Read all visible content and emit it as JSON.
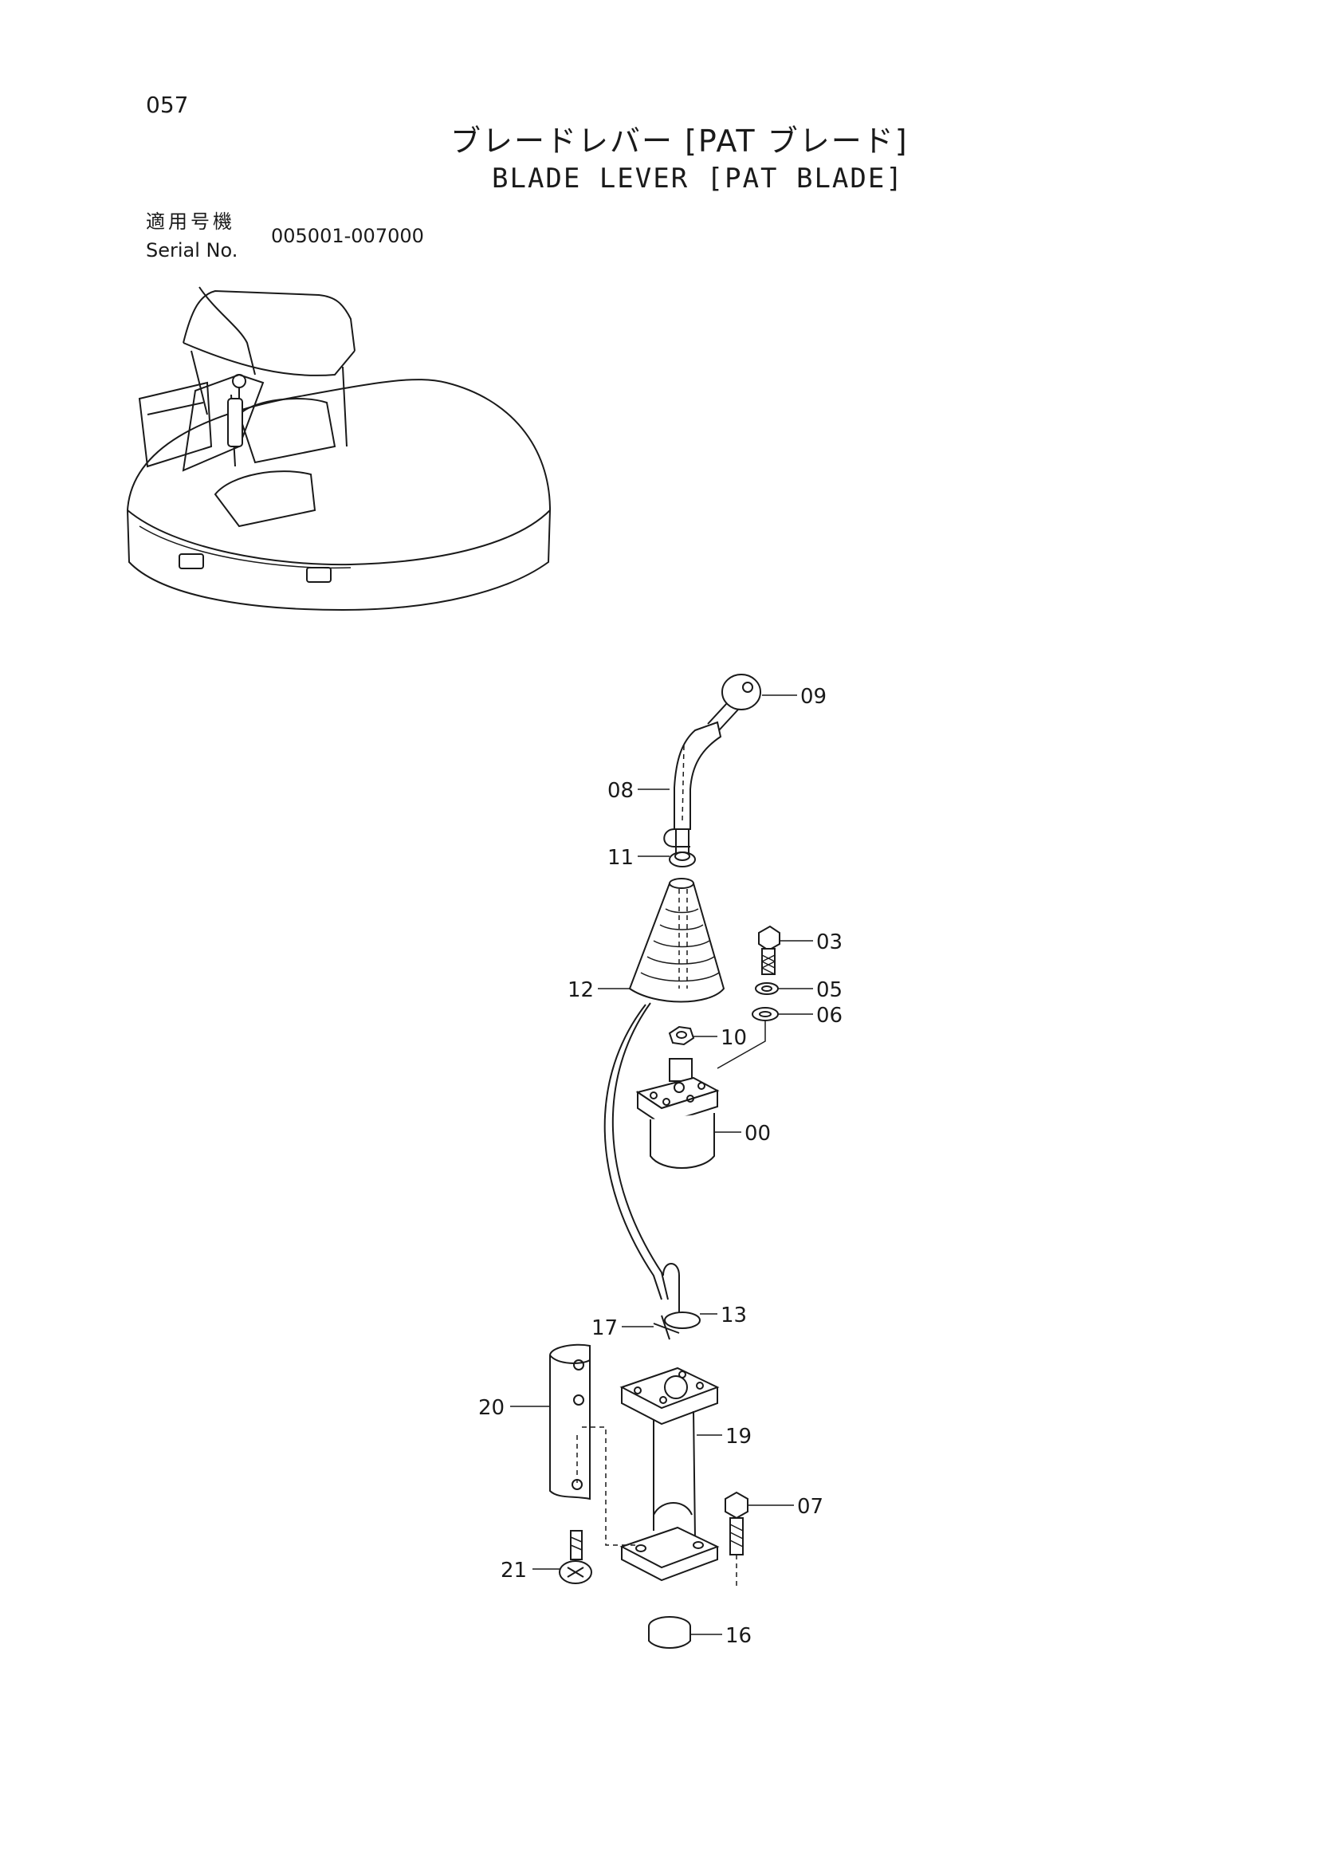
{
  "page": {
    "number": "057",
    "title_jp": "ブレードレバー [PAT ブレード]",
    "title_en": "BLADE LEVER [PAT BLADE]"
  },
  "serial": {
    "label_jp": "適用号機",
    "label_en": "Serial No.",
    "value": "005001-007000"
  },
  "callouts": [
    {
      "id": "09",
      "label": "09"
    },
    {
      "id": "08",
      "label": "08"
    },
    {
      "id": "11",
      "label": "11"
    },
    {
      "id": "03",
      "label": "03"
    },
    {
      "id": "12",
      "label": "12"
    },
    {
      "id": "05",
      "label": "05"
    },
    {
      "id": "06",
      "label": "06"
    },
    {
      "id": "10",
      "label": "10"
    },
    {
      "id": "00",
      "label": "00"
    },
    {
      "id": "13",
      "label": "13"
    },
    {
      "id": "17",
      "label": "17"
    },
    {
      "id": "20",
      "label": "20"
    },
    {
      "id": "19",
      "label": "19"
    },
    {
      "id": "07",
      "label": "07"
    },
    {
      "id": "21",
      "label": "21"
    },
    {
      "id": "16",
      "label": "16"
    }
  ],
  "colors": {
    "ink": "#1a1a1a",
    "paper": "#ffffff"
  }
}
